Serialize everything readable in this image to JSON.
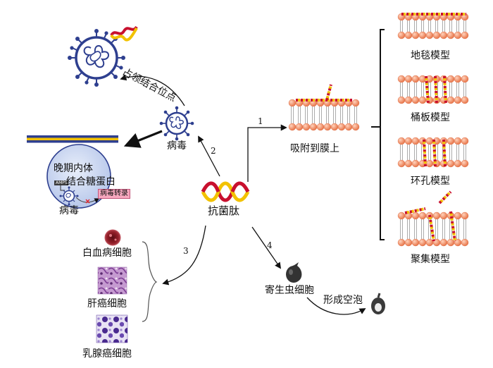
{
  "center": {
    "label": "抗菌肽"
  },
  "paths": [
    {
      "number": "1",
      "target": "吸附到膜上"
    },
    {
      "number": "2",
      "target": "病毒"
    },
    {
      "number": "3",
      "target": "白血病细胞"
    },
    {
      "number": "4",
      "target": "寄生虫细胞"
    }
  ],
  "virus_branch": {
    "top_virus_action": "占领结合位点",
    "endosome_label": "晚期内体",
    "glycoprotein_label": "结合糖蛋白",
    "amps_tag": "AMPS",
    "rt_tag": "病毒转录",
    "inner_virus_label": "病毒"
  },
  "membrane_models": [
    "地毯模型",
    "桶板模型",
    "环孔模型",
    "聚集模型"
  ],
  "cancer_cells": [
    "白血病细胞",
    "肝癌细胞",
    "乳腺癌细胞"
  ],
  "parasite": {
    "result": "形成空泡"
  },
  "colors": {
    "lipid": "#F2936B",
    "helix_red": "#C8102E",
    "helix_yellow": "#F2C200",
    "virus_blue": "#2E3F8F",
    "arrow": "#111111"
  }
}
